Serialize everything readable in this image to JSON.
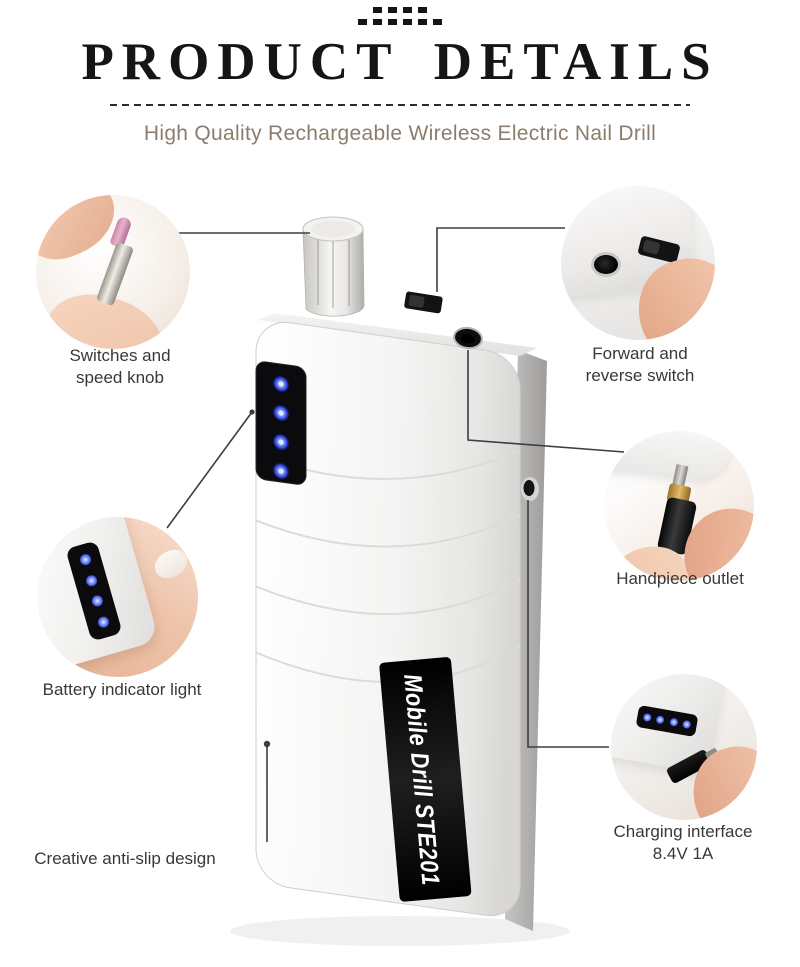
{
  "header": {
    "title": "PRODUCT DETAILS",
    "subtitle": "High Quality Rechargeable Wireless Electric Nail Drill"
  },
  "product": {
    "label": "Mobile Drill STE201"
  },
  "callouts": {
    "speed_knob": {
      "label": "Switches and\nspeed knob"
    },
    "forward_reverse": {
      "label": "Forward and\nreverse switch"
    },
    "battery": {
      "label": "Battery indicator light"
    },
    "handpiece": {
      "label": "Handpiece outlet"
    },
    "charging": {
      "label": "Charging interface\n8.4V 1A"
    },
    "antislip": {
      "label": "Creative anti-slip design"
    }
  },
  "colors": {
    "led_blue": "#3a52e0",
    "subtitle_brown": "#8d7c6c",
    "plate_black": "#0a0a0a",
    "gold_band": "#d9ae53",
    "line_gray": "#3e3e3e"
  }
}
